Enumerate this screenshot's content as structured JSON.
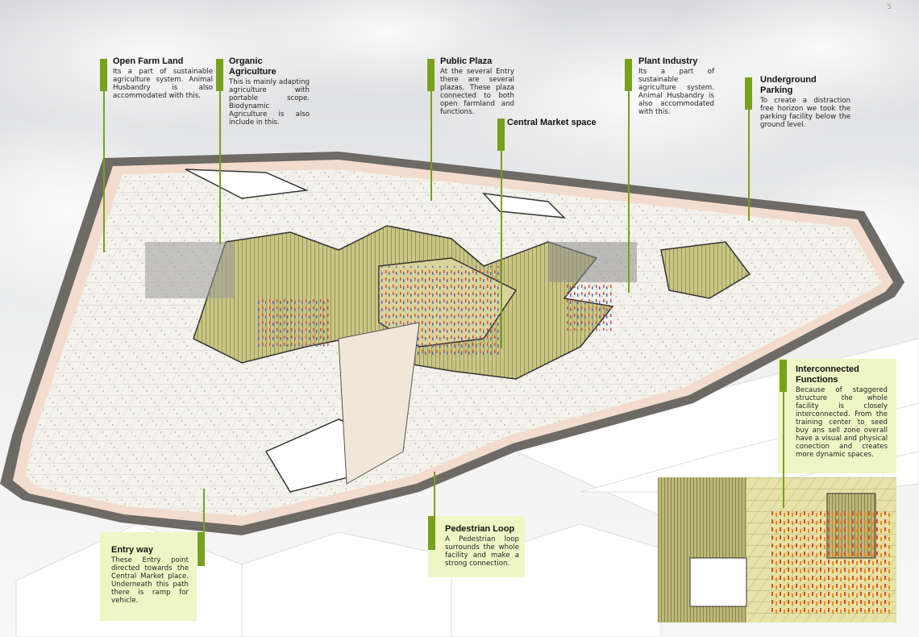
{
  "page_number": "5",
  "colors": {
    "accent_green": "#79a01c",
    "panel_tint": "#eef6c4",
    "boundary_wall": "#6e6a66",
    "pedestrian_loop": "#f3dccd",
    "farm_grid": "#f1f1ec",
    "building_facade": "#cfc888"
  },
  "callouts": {
    "open_farm_land": {
      "title": "Open Farm Land",
      "body": "Its a part of sustainable agriculture system. Animal Husbandry is also accommodated with this."
    },
    "organic_agriculture": {
      "title": "Organic Agriculture",
      "body": "This is mainly adapting agriculture with portable scope. Biodynamic Agriculture is also include in this."
    },
    "public_plaza": {
      "title": "Public Plaza",
      "body": "At the several Entry there are several plazas. These plaza connected to both open farmland and functions."
    },
    "central_market": {
      "title": "Central Market space",
      "body": ""
    },
    "plant_industry": {
      "title": "Plant Industry",
      "body": "Its a part of sustainable agriculture system. Animal Husbandry is also accommodated with this."
    },
    "underground_parking": {
      "title": "Underground Parking",
      "body": "To create a distraction free horizon we took the parking facility below the ground level."
    },
    "interconnected_functions": {
      "title": "Interconnected Functions",
      "body": "Because of staggered structure the whole facility is closely interconnected. From the training center to seed buy ans sell zone overall have a visual and physical conection and creates more dynamic spaces."
    },
    "entry_way": {
      "title": "Entry way",
      "body": "These Entry point directed towards the Central Market place. Underneath this path there is ramp for vehicle."
    },
    "pedestrian_loop": {
      "title": "Pedestrian Loop",
      "body": "A Pedestrian loop surrounds the whole facility and make a strong connection."
    }
  },
  "illustrations": {
    "site_plan": "axonometric-site-plan",
    "detail_inset": "interconnected-functions-detail"
  }
}
